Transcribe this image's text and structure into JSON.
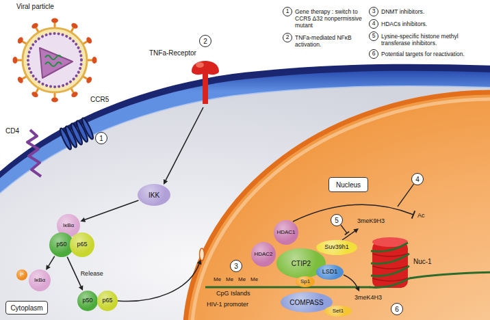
{
  "diagram": {
    "nodes": [
      {
        "text": [
          "1"
        ]
      },
      {
        "text": [
          "2"
        ]
      },
      {
        "text": [
          "3"
        ]
      },
      {
        "text": [
          "4"
        ]
      },
      {
        "text": [
          "5"
        ]
      },
      {
        "text": [
          "6"
        ]
      },
      {
        "text": [
          "2"
        ]
      },
      {
        "text": [
          "1"
        ]
      },
      {
        "text": [
          "Nucleus"
        ]
      },
      {
        "text": [
          "IKK"
        ]
      },
      {
        "text": [
          "IκBα"
        ]
      },
      {
        "text": [
          "p50"
        ]
      },
      {
        "text": [
          "p65"
        ]
      },
      {
        "text": [
          "P"
        ]
      },
      {
        "text": [
          "IκBα"
        ]
      },
      {
        "text": [
          "p50"
        ]
      },
      {
        "text": [
          "p65"
        ]
      },
      {
        "text": [
          "4"
        ]
      },
      {
        "text": [
          "HDAC1"
        ]
      },
      {
        "text": [
          "5"
        ]
      },
      {
        "text": [
          "Suv39h1"
        ]
      },
      {
        "text": [
          "HDAC2"
        ]
      },
      {
        "text": [
          "CTIP2"
        ]
      },
      {
        "text": [
          "Nuc-1"
        ]
      },
      {
        "text": [
          "3"
        ]
      },
      {
        "text": [
          "LSD1"
        ]
      },
      {
        "text": [
          "Sp1"
        ]
      },
      {
        "text": [
          "COMPASS"
        ]
      },
      {
        "text": [
          "Set1"
        ]
      },
      {
        "text": [
          "6"
        ]
      },
      {
        "text": [
          "Cytoplasm"
        ]
      }
    ],
    "edges": [
      {
        "from": 9,
        "to": 10,
        "arrow": "to"
      },
      {
        "from": 11,
        "to": 14,
        "arrow": "to"
      },
      {
        "from": 11,
        "to": 15,
        "arrow": "to",
        "label": "Release"
      }
    ],
    "labels": [
      "Viral particle",
      "CD4",
      "CCR5",
      "TNFa-Receptor",
      "Me",
      "Me",
      "Me",
      "Me",
      "CpG Islands",
      "HIV-1 promoter",
      "3meK9H3",
      "Ac",
      "3meK4H3",
      "Gene therapy : switch to CCR5 Δ32 nonpermissive mutant",
      "TNFa-mediated NFκB activation.",
      "DNMT inhibitors.",
      "HDACs inhibitors.",
      "Lysine-specific histone methyl transferase inhibitors.",
      "Potential targets for reactivation."
    ]
  }
}
